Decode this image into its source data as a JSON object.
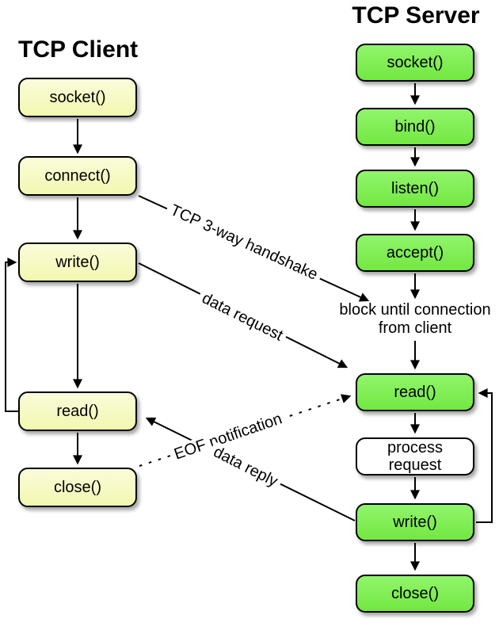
{
  "client": {
    "title": "TCP Client",
    "nodes": {
      "socket": "socket()",
      "connect": "connect()",
      "write": "write()",
      "read": "read()",
      "close": "close()"
    }
  },
  "server": {
    "title": "TCP Server",
    "nodes": {
      "socket": "socket()",
      "bind": "bind()",
      "listen": "listen()",
      "accept": "accept()",
      "read": "read()",
      "process": "process request",
      "write": "write()",
      "close": "close()"
    },
    "note": "block until connection from client"
  },
  "edge_labels": {
    "handshake": "TCP 3-way handshake",
    "data_request": "data request",
    "eof_notification": "EOF notification",
    "data_reply": "data reply"
  },
  "colors": {
    "client_box": "#F4F8B9",
    "server_box": "#7CEE4F",
    "process_box": "#FFFFFF",
    "line": "#000000",
    "background": "#FFFFFF"
  }
}
